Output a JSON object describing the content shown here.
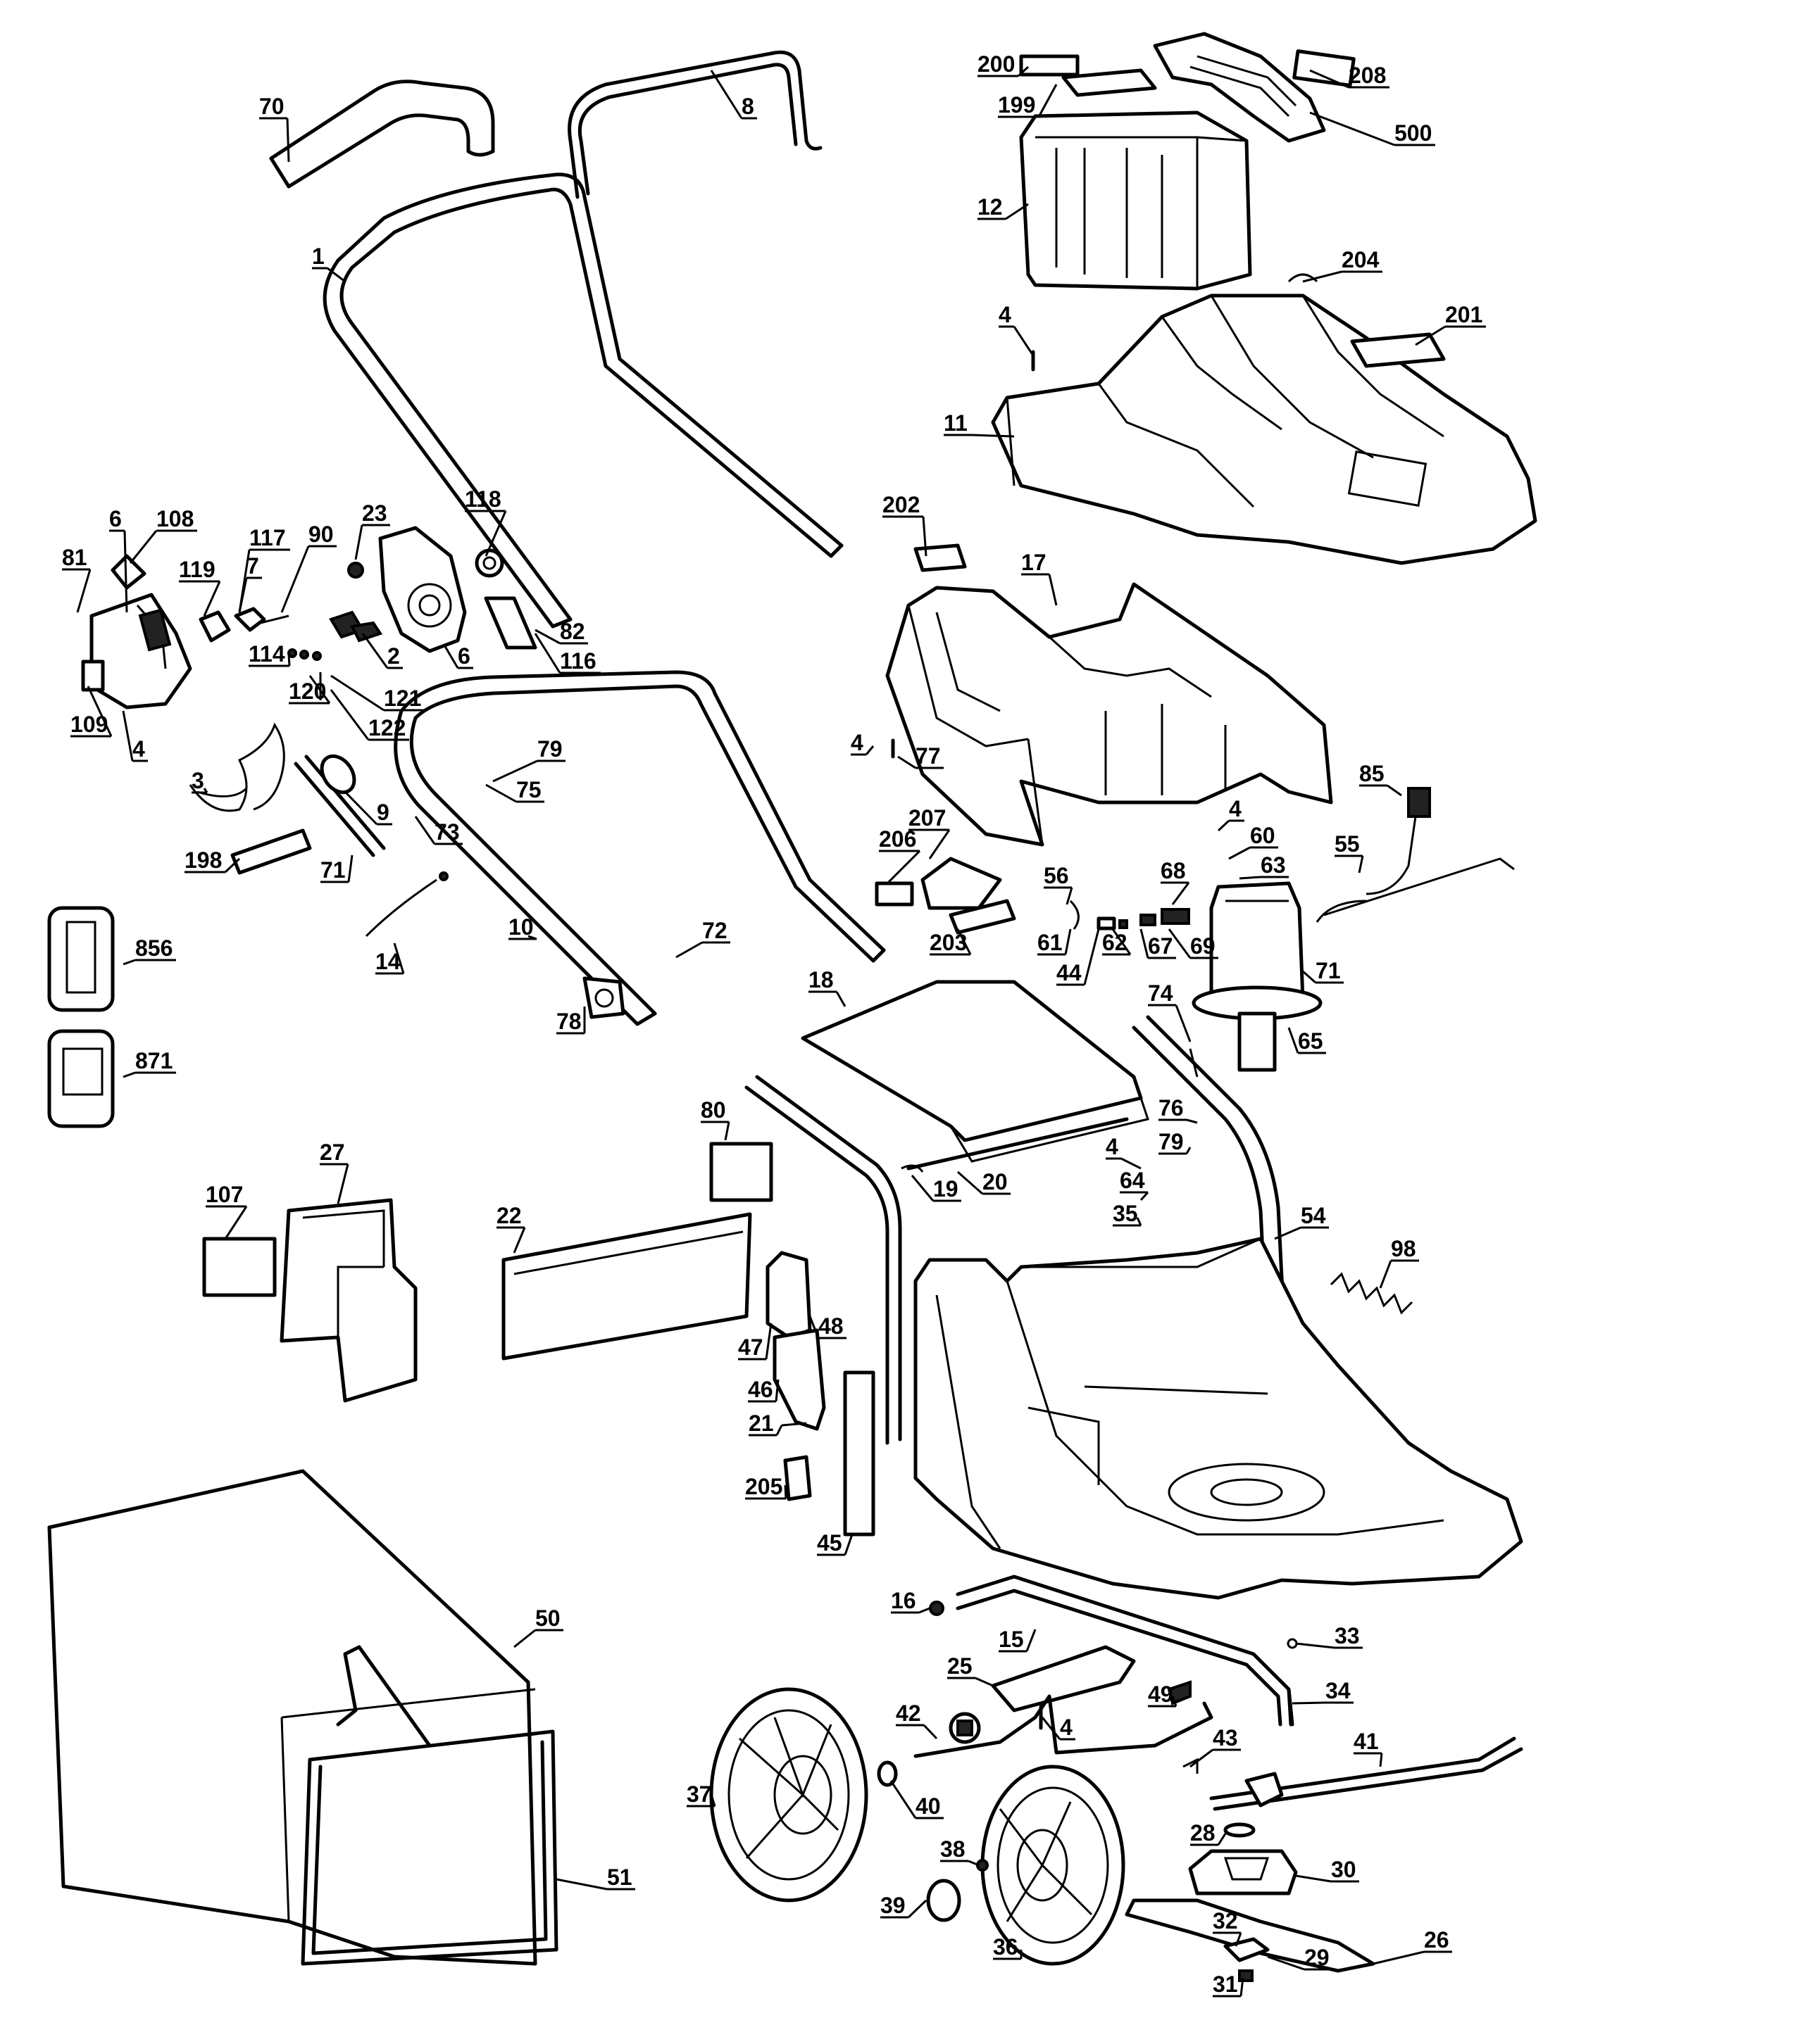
{
  "diagram": {
    "labels": [
      "70",
      "8",
      "200",
      "199",
      "208",
      "500",
      "12",
      "1",
      "204",
      "4",
      "201",
      "11",
      "202",
      "17",
      "6",
      "108",
      "81",
      "117",
      "90",
      "23",
      "118",
      "119",
      "7",
      "114",
      "2",
      "6",
      "82",
      "116",
      "120",
      "121",
      "122",
      "109",
      "4",
      "79",
      "75",
      "73",
      "9",
      "3",
      "198",
      "71",
      "4",
      "77",
      "85",
      "4",
      "60",
      "63",
      "55",
      "206",
      "207",
      "68",
      "56",
      "203",
      "61",
      "44",
      "62",
      "67",
      "69",
      "71",
      "10",
      "72",
      "14",
      "856",
      "871",
      "78",
      "18",
      "74",
      "65",
      "76",
      "79",
      "80",
      "4",
      "64",
      "35",
      "20",
      "19",
      "27",
      "107",
      "22",
      "54",
      "98",
      "47",
      "48",
      "46",
      "21",
      "205",
      "45",
      "16",
      "15",
      "33",
      "50",
      "25",
      "49",
      "34",
      "4",
      "42",
      "43",
      "41",
      "37",
      "40",
      "28",
      "38",
      "30",
      "39",
      "32",
      "29",
      "26",
      "31",
      "36",
      "51"
    ]
  }
}
